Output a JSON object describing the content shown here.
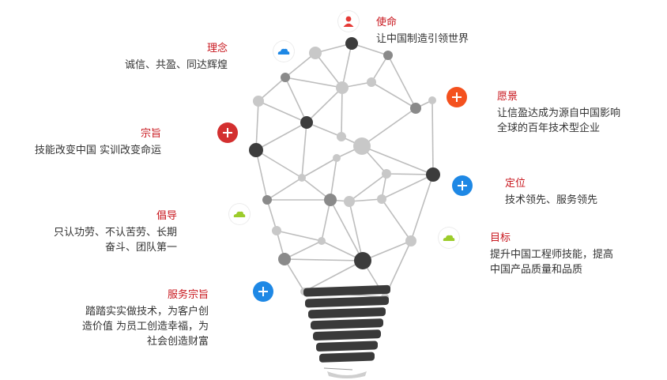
{
  "colors": {
    "title_red": "#c8161d",
    "text": "#333333",
    "node_dark": "#3c3c3c",
    "node_mid": "#8a8a8a",
    "node_light": "#c8c8c8",
    "edge": "#bdbdbd",
    "base": "#3a3a3a"
  },
  "items": {
    "mission": {
      "title": "使命",
      "lines": [
        "让中国制造引领世界"
      ],
      "icon": "person-icon",
      "icon_color": "#e53935"
    },
    "concept": {
      "title": "理念",
      "lines": [
        "诚信、共盈、同达辉煌"
      ],
      "icon": "cloud-icon",
      "icon_color": "#1e88e5"
    },
    "vision": {
      "title": "愿景",
      "lines": [
        "让信盈达成为源自中国影响",
        "全球的百年技术型企业"
      ],
      "icon": "plus-icon",
      "icon_color": "#f4511e"
    },
    "purpose": {
      "title": "宗旨",
      "lines": [
        "技能改变中国 实训改变命运"
      ],
      "icon": "plus-icon",
      "icon_color": "#d32f2f"
    },
    "position": {
      "title": "定位",
      "lines": [
        "技术领先、服务领先"
      ],
      "icon": "plus-icon",
      "icon_color": "#1e88e5"
    },
    "advocacy": {
      "title": "倡导",
      "lines": [
        "只认功劳、不认苦劳、长期",
        "奋斗、团队第一"
      ],
      "icon": "cloud-icon",
      "icon_color": "#9ccc2b"
    },
    "goal": {
      "title": "目标",
      "lines": [
        "提升中国工程师技能，提高",
        "中国产品质量和品质"
      ],
      "icon": "cloud-icon",
      "icon_color": "#9ccc2b"
    },
    "service": {
      "title": "服务宗旨",
      "lines": [
        "踏踏实实做技术，为客户创",
        "造价值 为员工创造幸福，为",
        "社会创造财富"
      ],
      "icon": "plus-icon",
      "icon_color": "#1e88e5"
    }
  }
}
